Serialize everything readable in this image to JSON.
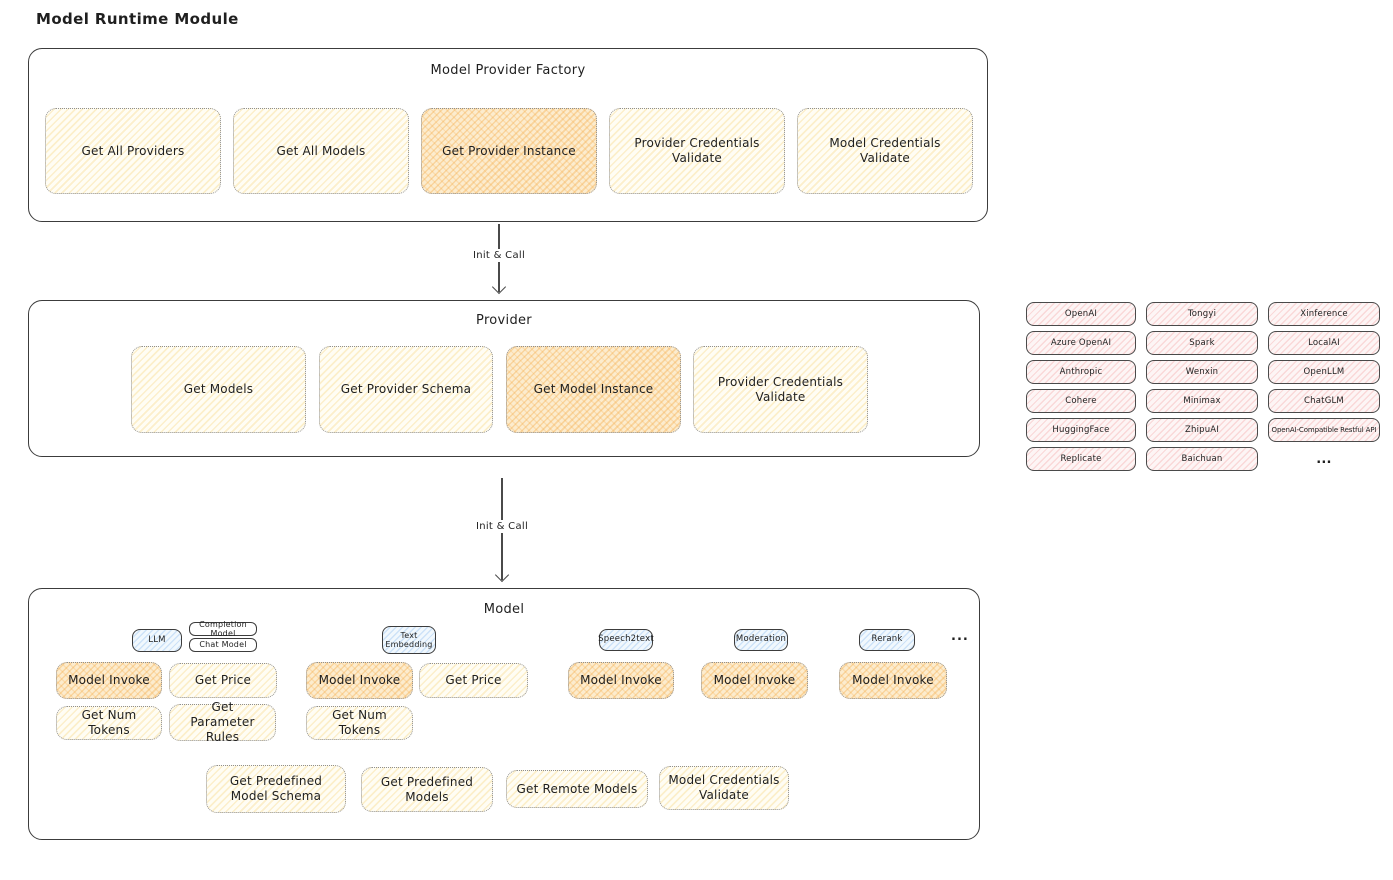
{
  "title": "Model Runtime Module",
  "arrow_label": "Init & Call",
  "factory": {
    "title": "Model Provider Factory",
    "buttons": [
      "Get All Providers",
      "Get All Models",
      "Get Provider Instance",
      "Provider Credentials Validate",
      "Model Credentials Validate"
    ]
  },
  "provider": {
    "title": "Provider",
    "buttons": [
      "Get Models",
      "Get Provider Schema",
      "Get Model Instance",
      "Provider Credentials Validate"
    ]
  },
  "providers_list": [
    "OpenAI",
    "Tongyi",
    "Xinference",
    "Azure OpenAI",
    "Spark",
    "LocalAI",
    "Anthropic",
    "Wenxin",
    "OpenLLM",
    "Cohere",
    "Minimax",
    "ChatGLM",
    "HuggingFace",
    "ZhipuAI",
    "OpenAI-Compatible Restful API",
    "Replicate",
    "Baichuan"
  ],
  "providers_more": "...",
  "model": {
    "title": "Model",
    "tags": {
      "llm": "LLM",
      "completion": "Completion Model",
      "chat": "Chat Model",
      "text_embedding": "Text Embedding",
      "speech2text": "Speech2text",
      "moderation": "Moderation",
      "rerank": "Rerank",
      "more": "..."
    },
    "buttons": {
      "model_invoke": "Model Invoke",
      "get_price": "Get Price",
      "get_num_tokens": "Get Num Tokens",
      "get_parameter_rules": "Get Parameter Rules",
      "get_predefined_model_schema": "Get Predefined Model Schema",
      "get_predefined_models": "Get Predefined Models",
      "get_remote_models": "Get Remote Models",
      "model_credentials_validate": "Model Credentials Validate"
    }
  },
  "colors": {
    "highlight_fill": "#fcecce",
    "plain_fill": "#fffdf4",
    "provider_cell_fill": "#fdf5f5",
    "type_tag_fill": "#f1f8fd",
    "stroke": "#3c3c3c"
  }
}
